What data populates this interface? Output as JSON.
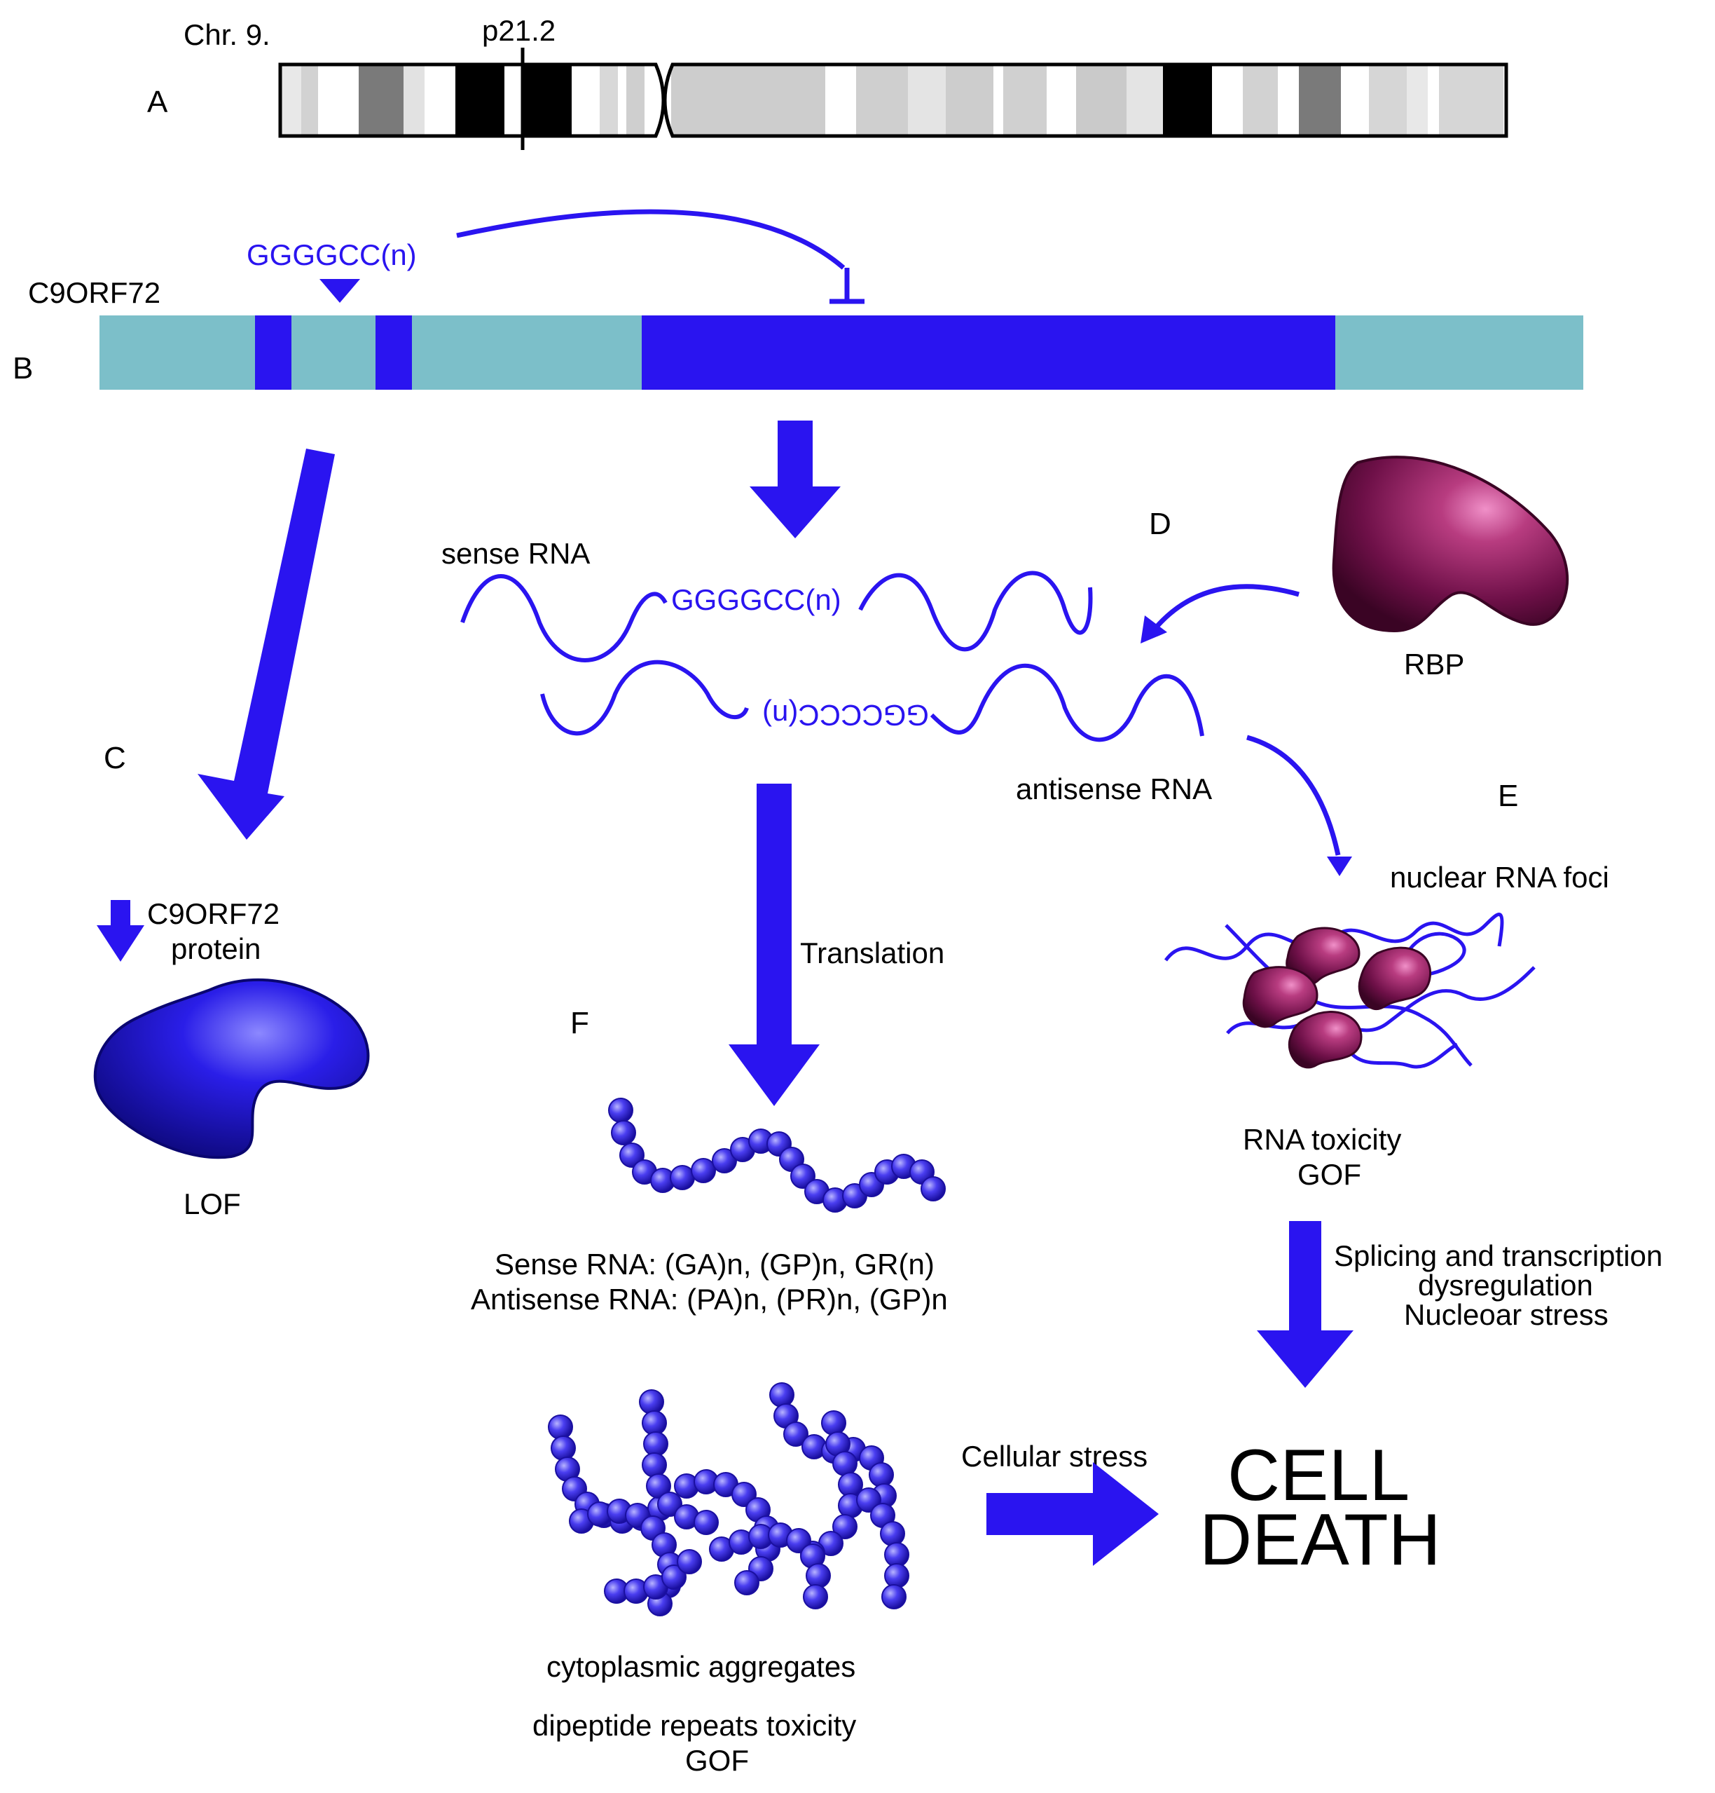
{
  "chromosome": {
    "name": "Chr. 9.",
    "band": "p21.2",
    "panel": "A"
  },
  "gene": {
    "name": "C9ORF72",
    "repeat": "GGGGCC(n)",
    "panel": "B"
  },
  "lof": {
    "panel": "C",
    "protein_line1": "C9ORF72",
    "protein_line2": "protein",
    "label": "LOF"
  },
  "rna": {
    "sense_label": "sense RNA",
    "sense_repeat": "GGGGCC(n)",
    "antisense_repeat": "GGCCCC(n)",
    "antisense_label": "antisense RNA",
    "panel_d": "D",
    "rbp": "RBP"
  },
  "foci": {
    "panel": "E",
    "label": "nuclear RNA foci",
    "toxicity_line1": "RNA toxicity",
    "toxicity_line2": "GOF",
    "effects": [
      "Splicing and transcription",
      "dysregulation",
      "Nucleoar stress"
    ]
  },
  "translation": {
    "panel": "F",
    "label": "Translation",
    "sense_products": "Sense RNA: (GA)n, (GP)n, GR(n)",
    "antisense_products": "Antisense RNA: (PA)n, (PR)n, (GP)n",
    "aggregates": "cytoplasmic aggregates",
    "toxicity_line1": "dipeptide repeats toxicity",
    "toxicity_line2": "GOF"
  },
  "outcome": {
    "stress": "Cellular stress",
    "line1": "CELL",
    "line2": "DEATH"
  },
  "colors": {
    "blue": "#2a14f0",
    "teal": "#7cbfc9",
    "purple": "#6e1048",
    "protein_blue": "#1a10c8",
    "bead": "#4a3ef0"
  }
}
